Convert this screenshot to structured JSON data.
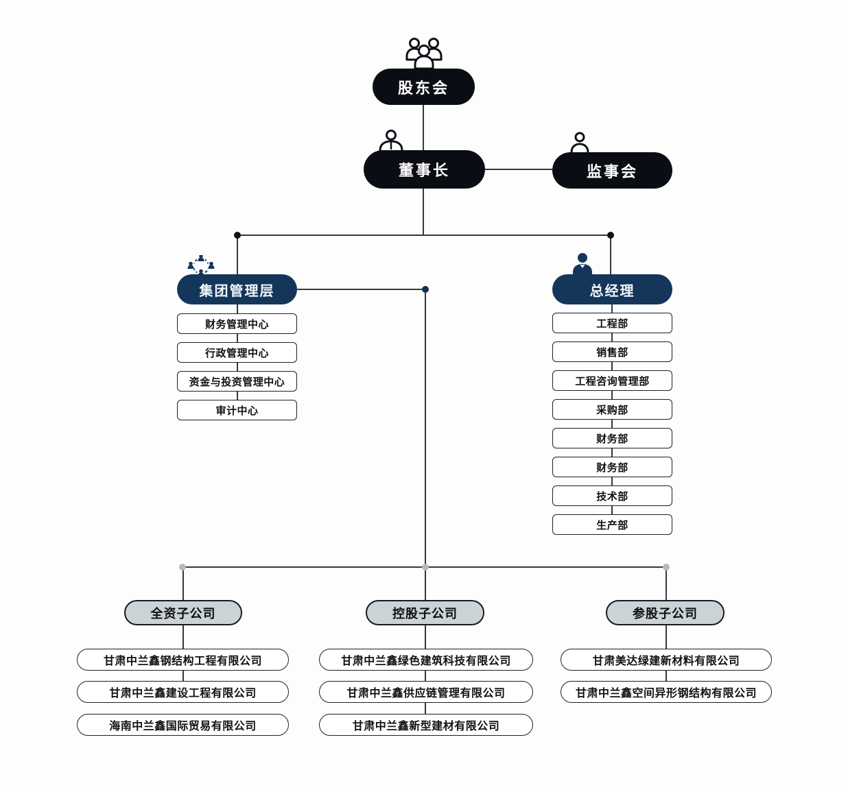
{
  "org": {
    "shareholders": "股东会",
    "chairman": "董事长",
    "supervisory_board": "监事会",
    "management": {
      "label": "集团管理层",
      "departments": [
        "财务管理中心",
        "行政管理中心",
        "资金与投资管理中心",
        "审计中心"
      ]
    },
    "general_manager": {
      "label": "总经理",
      "departments": [
        "工程部",
        "销售部",
        "工程咨询管理部",
        "采购部",
        "财务部",
        "财务部",
        "技术部",
        "生产部"
      ]
    },
    "subsidiary_groups": [
      {
        "label": "全资子公司",
        "companies": [
          "甘肃中兰鑫钢结构工程有限公司",
          "甘肃中兰鑫建设工程有限公司",
          "海南中兰鑫国际贸易有限公司"
        ]
      },
      {
        "label": "控股子公司",
        "companies": [
          "甘肃中兰鑫绿色建筑科技有限公司",
          "甘肃中兰鑫供应链管理有限公司",
          "甘肃中兰鑫新型建材有限公司"
        ]
      },
      {
        "label": "参股子公司",
        "companies": [
          "甘肃美达绿建新材料有限公司",
          "甘肃中兰鑫空间异形钢结构有限公司"
        ]
      }
    ]
  },
  "icons": {
    "shareholders": "people-group-icon",
    "chairman": "person-tie-outline-icon",
    "supervisory_board": "person-outline-icon",
    "management": "team-network-icon",
    "general_manager": "person-filled-icon"
  },
  "colors": {
    "node_black": "#0b0d14",
    "node_navy": "#14365a",
    "node_gray": "#ccd3d6",
    "connector": "#34383e",
    "box_border": "#1c1f25",
    "dot_black": "#101218",
    "dot_navy": "#123051",
    "dot_gray": "#b4babc",
    "background": "#fdfdfd"
  }
}
